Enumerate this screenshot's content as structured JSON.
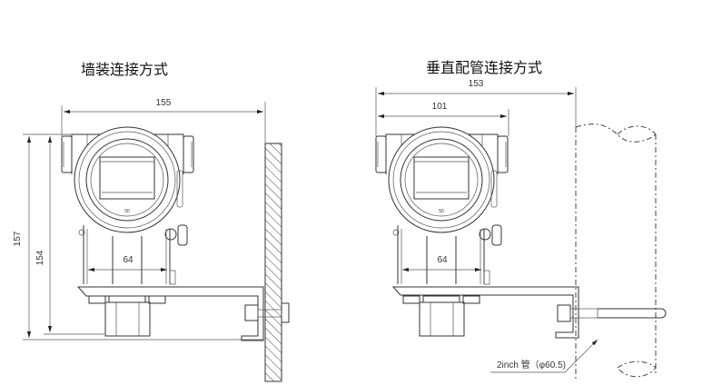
{
  "wall_mount": {
    "title": "墙装连接方式",
    "dim_width": "155",
    "dim_height_total": "157",
    "dim_height": "154",
    "dim_neck": "64",
    "display_mark": "50"
  },
  "pipe_mount": {
    "title": "垂直配管连接方式",
    "dim_width_total": "153",
    "dim_width_head": "101",
    "dim_neck": "64",
    "display_mark": "50",
    "pipe_label": "2inch 管（φ60.5)"
  }
}
